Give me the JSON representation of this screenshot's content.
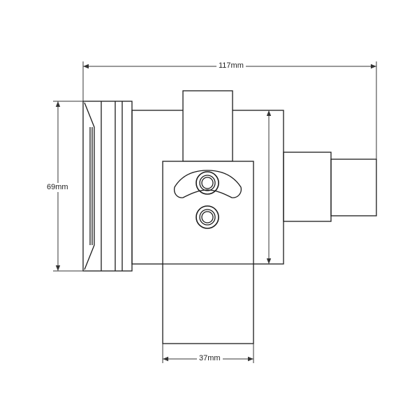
{
  "dimensions": {
    "overall_length": "117mm",
    "overall_height": "69mm",
    "bracket_width": "37mm"
  },
  "colors": {
    "line": "#1a1a1a",
    "dim_line": "#333333",
    "background": "#ffffff"
  }
}
